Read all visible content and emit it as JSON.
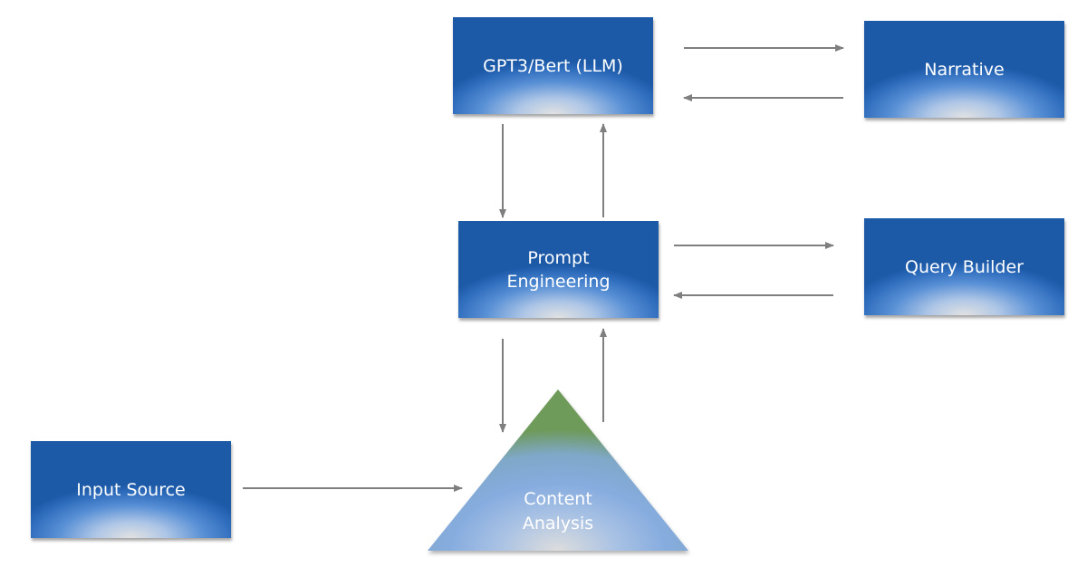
{
  "diagram": {
    "nodes": [
      {
        "id": "llm",
        "label": "GPT3/Bert (LLM)",
        "shape": "rectangle"
      },
      {
        "id": "narrative",
        "label": "Narrative",
        "shape": "rectangle"
      },
      {
        "id": "prompt",
        "label_line1": "Prompt",
        "label_line2": "Engineering",
        "shape": "rectangle"
      },
      {
        "id": "query",
        "label": "Query Builder",
        "shape": "rectangle"
      },
      {
        "id": "input",
        "label": "Input Source",
        "shape": "rectangle"
      },
      {
        "id": "content",
        "label_line1": "Content",
        "label_line2": "Analysis",
        "shape": "triangle"
      }
    ],
    "edges": [
      {
        "from": "llm",
        "to": "narrative"
      },
      {
        "from": "narrative",
        "to": "llm"
      },
      {
        "from": "llm",
        "to": "prompt"
      },
      {
        "from": "prompt",
        "to": "llm"
      },
      {
        "from": "prompt",
        "to": "query"
      },
      {
        "from": "query",
        "to": "prompt"
      },
      {
        "from": "prompt",
        "to": "content"
      },
      {
        "from": "content",
        "to": "prompt"
      },
      {
        "from": "input",
        "to": "content"
      }
    ],
    "colors": {
      "box_dark": "#1c5aa8",
      "box_mid": "#5a91d6",
      "box_light": "#e2e2e2",
      "triangle_edge": "#6b9a4a",
      "arrow": "#7f7f7f"
    }
  }
}
